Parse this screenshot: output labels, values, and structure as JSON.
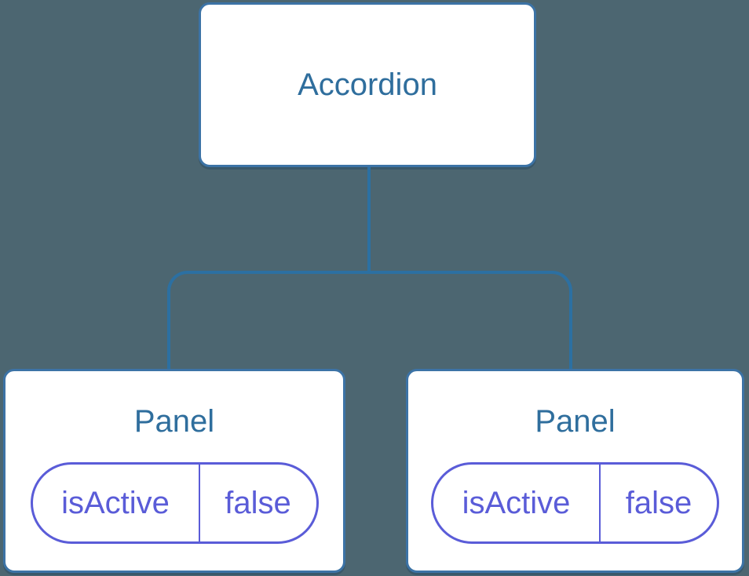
{
  "diagram": {
    "kind": "component-tree",
    "colors": {
      "background": "#4C6671",
      "node_fill": "#FFFFFF",
      "node_border": "#3C73A6",
      "connector": "#2C70A2",
      "heading_text": "#2F6E9D",
      "state_accent": "#5A5CD8"
    },
    "tree": {
      "root": {
        "label": "Accordion"
      },
      "children": [
        {
          "label": "Panel",
          "state": {
            "key": "isActive",
            "value": "false"
          }
        },
        {
          "label": "Panel",
          "state": {
            "key": "isActive",
            "value": "false"
          }
        }
      ]
    }
  }
}
